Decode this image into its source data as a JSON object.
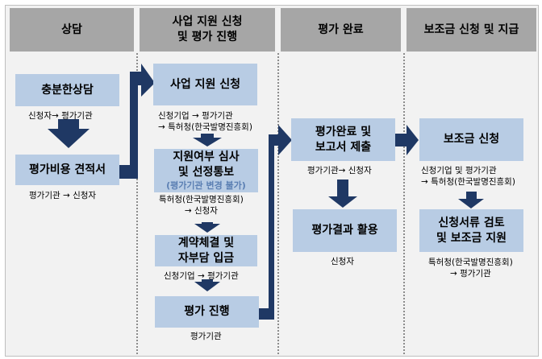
{
  "headers": [
    "상담",
    "사업 지원 신청\n및 평가 진행",
    "평가 완료",
    "보조금 신청 및 지급"
  ],
  "steps": [
    {
      "title": "충분한상담",
      "caption": [
        "신청자→ 평가기관"
      ]
    },
    {
      "title": "평가비용 견적서",
      "caption": [
        "평가기관 → 신청자"
      ]
    },
    {
      "title": "사업 지원 신청",
      "caption": [
        "신청기업 → 평가기관",
        "→ 특허청(한국발명진흥회)"
      ]
    },
    {
      "title": "지원여부 심사\n및 선정통보",
      "note": "(평가기관 변경 불가)",
      "caption": [
        "특허청(한국발명진흥회)",
        "→ 신청자"
      ]
    },
    {
      "title": "계약체결 및\n자부담 입금",
      "caption": [
        "신청기업 → 평가기관"
      ]
    },
    {
      "title": "평가 진행",
      "caption": [
        "평가기관"
      ]
    },
    {
      "title": "평가완료 및\n보고서 제출",
      "caption": [
        "평가기관→ 신청자"
      ]
    },
    {
      "title": "평가결과 활용",
      "caption": [
        "신청자"
      ]
    },
    {
      "title": "보조금 신청",
      "caption": [
        "신청기업 및 평가기관",
        "→ 특허청(한국발명진흥회)"
      ]
    },
    {
      "title": "신청서류 검토\n및 보조금 지원",
      "caption": [
        "특허청(한국발명진흥회)",
        "→ 평가기관"
      ]
    }
  ],
  "colors": {
    "header": "#a6a6a6",
    "box": "#b8cce4",
    "arrow": "#1f3864"
  }
}
